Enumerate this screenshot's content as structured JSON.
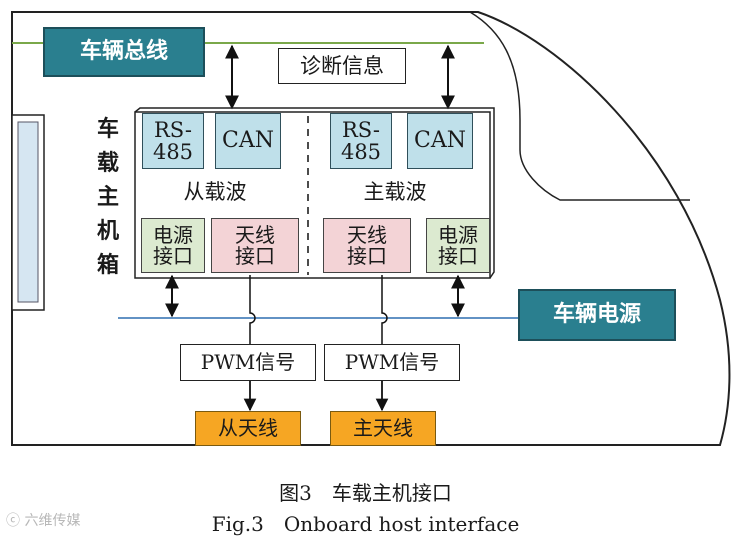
{
  "vehicle_bus": "车辆总线",
  "diag_info": "诊断信息",
  "host_box": [
    "车",
    "载",
    "主",
    "机",
    "箱"
  ],
  "slave_board": {
    "title": "从载波",
    "rs485": "RS-\n485",
    "can": "CAN",
    "power_if": "电源\n接口",
    "antenna_if": "天线\n接口"
  },
  "master_board": {
    "title": "主载波",
    "rs485": "RS-\n485",
    "can": "CAN",
    "power_if": "电源\n接口",
    "antenna_if": "天线\n接口"
  },
  "vehicle_power": "车辆电源",
  "pwm_left": "PWM信号",
  "pwm_right": "PWM信号",
  "slave_antenna": "从天线",
  "master_antenna": "主天线",
  "caption_cn": "图3　车载主机接口",
  "caption_en": "Fig.3　Onboard host interface",
  "watermark": "六维传媒",
  "colors": {
    "teal": "#2a7f8f",
    "light_blue": "#bfe0ea",
    "pink": "#f3d3d6",
    "green": "#dcead0",
    "orange": "#f6a623",
    "bus_line_green": "#7aa84a",
    "power_line_blue": "#2f6fb0"
  }
}
